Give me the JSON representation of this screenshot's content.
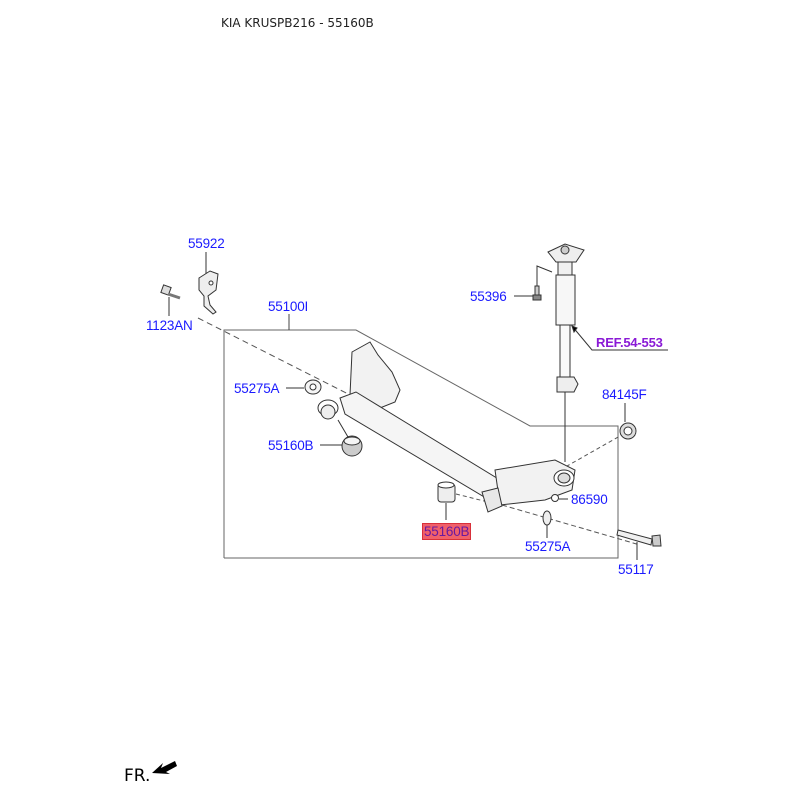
{
  "header": {
    "title": "KIA KRUSPB216 - 55160B"
  },
  "diagram": {
    "direction_label": "FR.",
    "highlight_color": "#f0606a",
    "label_color": "#1a1aff",
    "ref_color": "#8a1ad6",
    "parts": [
      {
        "id": "55922",
        "label": "55922"
      },
      {
        "id": "1123AN",
        "label": "1123AN"
      },
      {
        "id": "55100I",
        "label": "55100I"
      },
      {
        "id": "55275A-left",
        "label": "55275A"
      },
      {
        "id": "55160B-left",
        "label": "55160B"
      },
      {
        "id": "55396",
        "label": "55396"
      },
      {
        "id": "ref",
        "label": "REF.54-553"
      },
      {
        "id": "84145F",
        "label": "84145F"
      },
      {
        "id": "86590",
        "label": "86590"
      },
      {
        "id": "55160B-highlight",
        "label": "55160B",
        "highlighted": true
      },
      {
        "id": "55275A-right",
        "label": "55275A"
      },
      {
        "id": "55117",
        "label": "55117"
      }
    ]
  }
}
